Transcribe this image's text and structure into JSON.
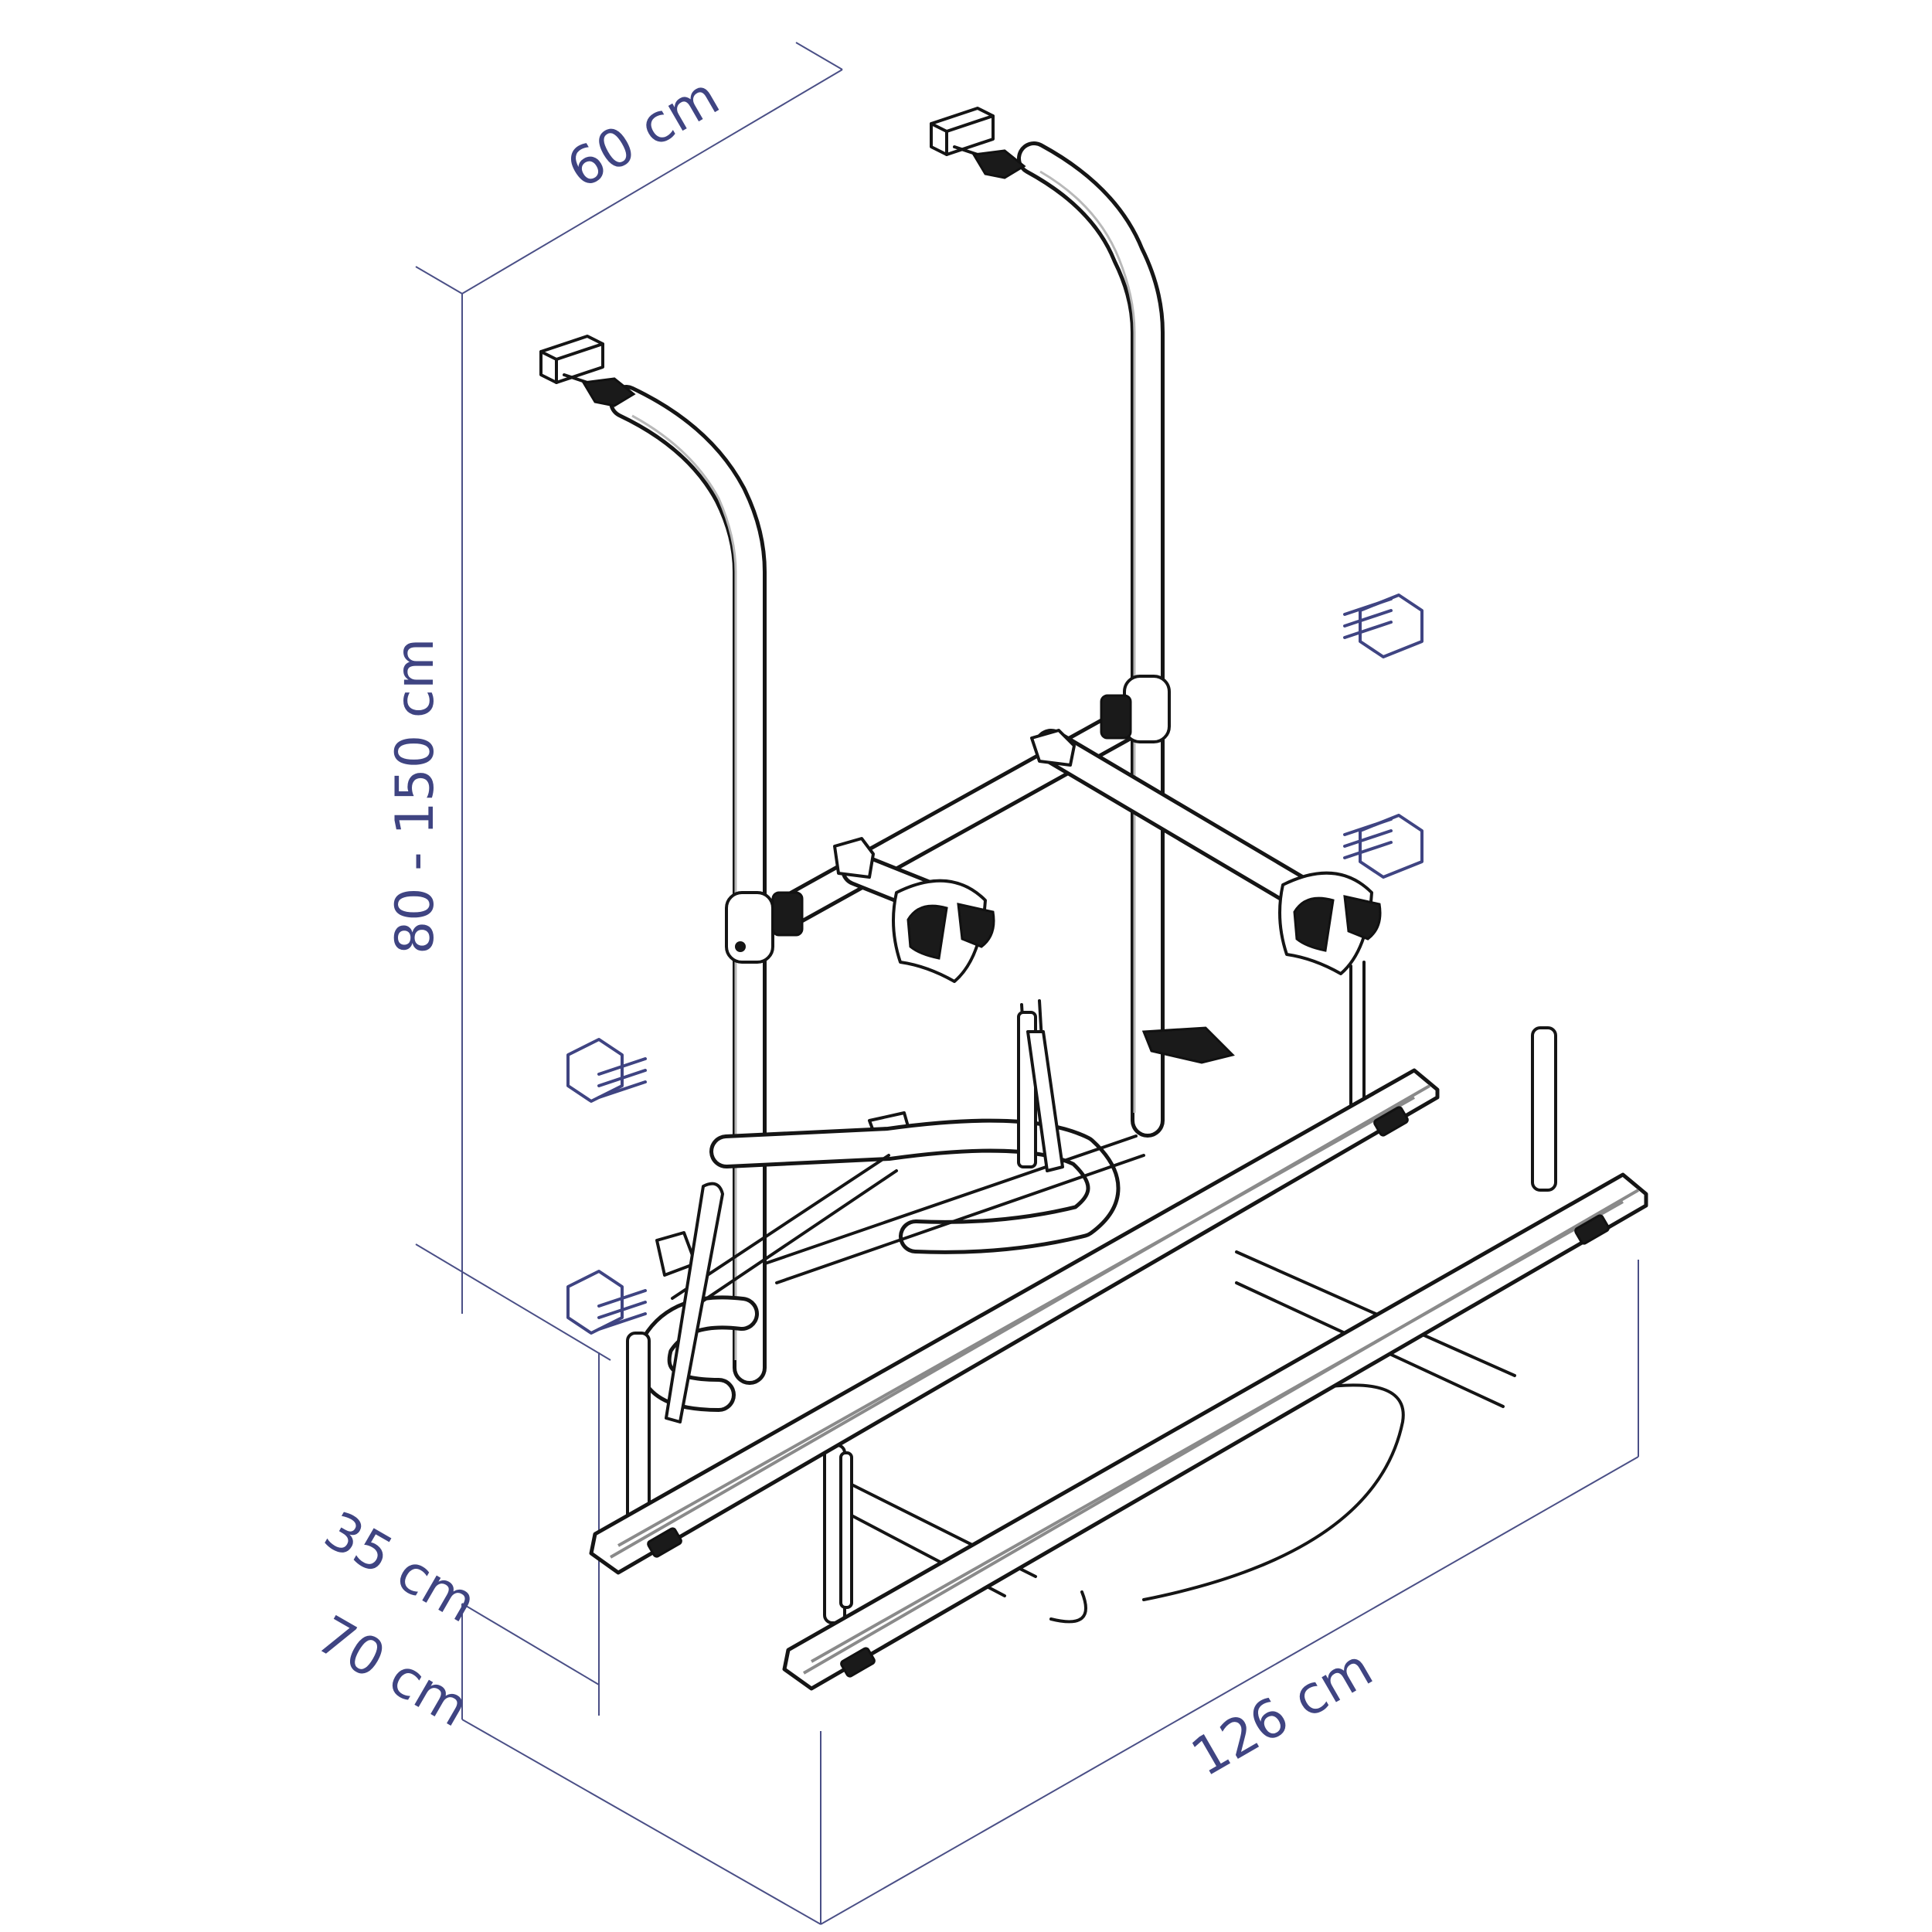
{
  "dimensions": {
    "depth": "60 cm",
    "height": "80 - 150  cm",
    "upper_offset": "35 cm",
    "lower_offset": "70 cm",
    "width": "126 cm"
  },
  "colors": {
    "dimension": "#3f4482",
    "outline": "#151515",
    "background": "#ffffff"
  },
  "icons": [
    "clamp-icon",
    "clamp-icon",
    "clamp-icon",
    "clamp-icon"
  ]
}
